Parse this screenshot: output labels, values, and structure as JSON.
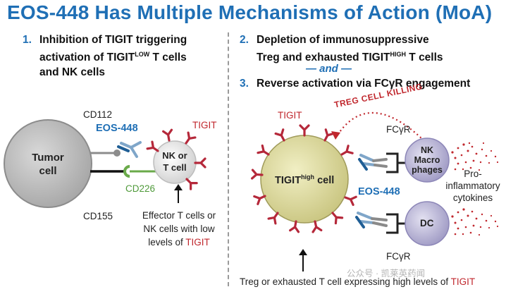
{
  "title": "EOS-448 Has Multiple Mechanisms of Action (MoA)",
  "mechanisms": {
    "m1": {
      "num": "1.",
      "line1": "Inhibition of TIGIT triggering",
      "line2_pre": "activation of TIGIT",
      "line2_sup": "LOW",
      "line2_post": " T cells",
      "line3": "and NK cells"
    },
    "m2": {
      "num": "2.",
      "line1": "Depletion of immunosuppressive",
      "line2_pre": "Treg and exhausted TIGIT",
      "line2_sup": "HIGH",
      "line2_post": " T cells"
    },
    "and_text": "— and —",
    "m3": {
      "num": "3.",
      "text": "Reverse activation via FCγR engagement"
    }
  },
  "left_panel": {
    "tumor_cell": "Tumor cell",
    "cd112": "CD112",
    "cd155": "CD155",
    "cd226": "CD226",
    "eos448": "EOS-448",
    "tigit": "TIGIT",
    "nk_t_cell": "NK or T cell",
    "effector_line1": "Effector T cells or",
    "effector_line2": "NK cells with low",
    "effector_line3_pre": "levels of ",
    "effector_line3_red": "TIGIT"
  },
  "right_panel": {
    "tigit": "TIGIT",
    "tigit_high_cell_pre": "TIGIT",
    "tigit_high_cell_sup": "high",
    "tigit_high_cell_post": " cell",
    "treg_killing": "TREG CELL KILLING",
    "fcgr_top": "FCγR",
    "fcgr_bottom": "FCγR",
    "nk_macrophages": "NK Macro phages",
    "dc": "DC",
    "eos448": "EOS-448",
    "cytokines": "Pro- inflammatory cytokines",
    "caption_pre": "Treg or exhausted T cell expressing high levels of ",
    "caption_red": "TIGIT",
    "watermark": "公众号 · 凯莱英药闻"
  },
  "colors": {
    "title_blue": "#1f6fb5",
    "tigit_red": "#b5283a",
    "cd226_green": "#6aaa4a",
    "tumor_gray": "#bdbdbd",
    "tigit_cell_yellow": "#e2dfa2",
    "nk_purple": "#b9b5d6"
  }
}
